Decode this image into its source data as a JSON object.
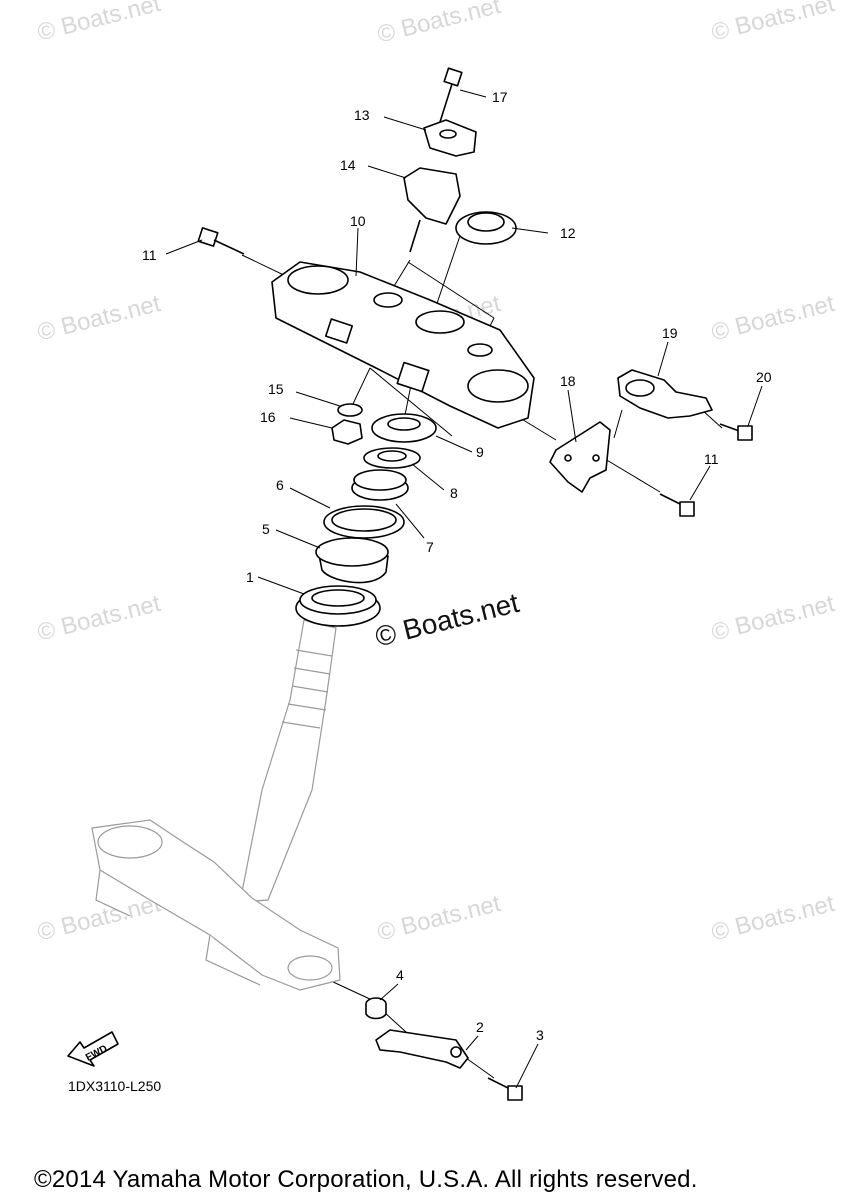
{
  "watermarks": {
    "text": "© Boats.net",
    "center_text": "© Boats.net"
  },
  "callouts": [
    "1",
    "2",
    "3",
    "4",
    "5",
    "6",
    "7",
    "8",
    "9",
    "10",
    "11",
    "11",
    "12",
    "13",
    "14",
    "15",
    "16",
    "17",
    "18",
    "19",
    "20"
  ],
  "fwd_label": "FWD",
  "diagram_code": "1DX3110-L250",
  "copyright": "©2014 Yamaha Motor Corporation, U.S.A. All rights reserved."
}
